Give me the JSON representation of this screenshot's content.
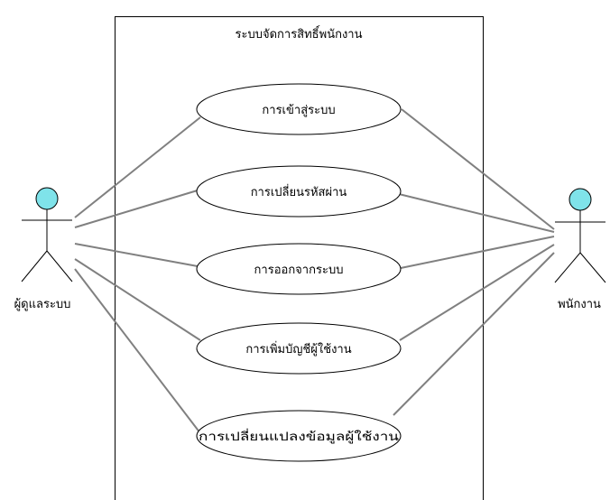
{
  "system": {
    "title": "ระบบจัดการสิทธิ์พนักงาน"
  },
  "actors": {
    "admin": {
      "label": "ผู้ดูแลระบบ",
      "head_color": "#7fe3ea"
    },
    "employee": {
      "label": "พนักงาน",
      "head_color": "#7fe3ea"
    }
  },
  "use_cases": [
    {
      "label": "การเข้าสู่ระบบ"
    },
    {
      "label": "การเปลี่ยนรหัสผ่าน"
    },
    {
      "label": "การออกจากระบบ"
    },
    {
      "label": "การเพิ่มบัญชีผู้ใช้งาน"
    },
    {
      "label": "การเปลี่ยนแปลงข้อมูลผู้ใช้งาน"
    }
  ],
  "colors": {
    "line": "#808080",
    "outline": "#000000"
  }
}
